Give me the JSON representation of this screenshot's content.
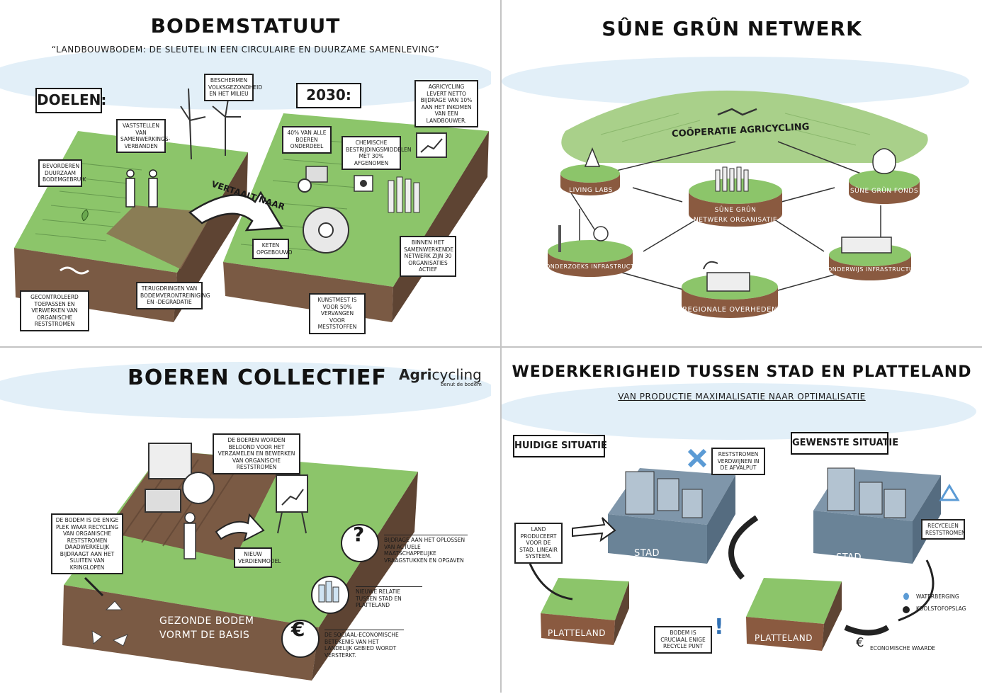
{
  "panel1": {
    "title": "BODEMSTATUUT",
    "subtitle": "“LANDBOUWBODEM: DE SLEUTEL IN EEN CIRCULAIRE EN DUURZAME SAMENLEVING”",
    "doelen": "DOELEN:",
    "y2030": "2030:",
    "arrow": "VERTAALT NAAR",
    "boxes": {
      "beschermen": "BESCHERMEN VOLKSGEZONDHEID EN HET MILIEU",
      "vaststellen": "VASTSTELLEN VAN SAMENWERKINGS-VERBANDEN",
      "bevorderen": "BEVORDEREN DUURZAAM BODEMGEBRUIK",
      "gecontroleerd": "GECONTROLEERD TOEPASSEN EN VERWERKEN VAN ORGANISCHE RESTSTROMEN",
      "terugdringen": "TERUGDRINGEN VAN BODEMVERONTREINIGING EN -DEGRADATIE",
      "boeren40": "40% VAN ALLE BOEREN ONDERDEEL",
      "chemische": "CHEMISCHE BESTRIJDINGSMIDDELEN MET 30% AFGENOMEN",
      "agricycling": "AGRICYCLING LEVERT NETTO BIJDRAGE VAN 10% AAN HET INKOMEN VAN EEN LANDBOUWER.",
      "keten": "KETEN OPGEBOUWD",
      "binnen": "BINNEN HET SAMENWERKENDE NETWERK ZIJN 30 ORGANISATIES ACTIEF",
      "kunstmest": "KUNSTMEST IS VOOR 50% VERVANGEN VOOR MESTSTOFFEN"
    }
  },
  "panel2": {
    "title": "SÛNE GRÛN NETWERK",
    "cooperatie": "COÖPERATIE AGRICYCLING",
    "nodes": {
      "living": "LIVING LABS",
      "fonds": "SÛNE GRÛN FONDS",
      "center_a": "SÛNE GRÛN",
      "center_b": "NETWERK ORGANISATIE",
      "onderzoek": "ONDERZOEKS INFRASTRUCTUUR",
      "onderwijs": "ONDERWIJS INFRASTRUCTUUR",
      "regionale": "REGIONALE OVERHEDEN"
    }
  },
  "panel3": {
    "title": "BOEREN COLLECTIEF",
    "logo_a": "Agri",
    "logo_b": "cycling",
    "logo_tag": "benut de bodem",
    "boxes": {
      "beloond": "DE BOEREN WORDEN BELOOND VOOR HET VERZAMELEN EN BEWERKEN VAN ORGANISCHE RESTSTROMEN",
      "enige": "DE BODEM IS DE ENIGE PLEK WAAR RECYCLING VAN ORGANISCHE RESTSTROMEN DAADWERKELIJK BIJDRAAGT AAN HET SLUITEN VAN KRINGLOPEN",
      "verdienmodel": "NIEUW VERDIENMODEL",
      "bijdrage": "BIJDRAGE AAN HET OPLOSSEN VAN ACTUELE MAATSCHAPPELIJKE VRAAGSTUKKEN EN OPGAVEN",
      "relatie": "NIEUWE RELATIE TUSSEN STAD EN PLATTELAND",
      "sociaal": "DE SOCIAAL-ECONOMISCHE BETEKENIS VAN HET LANDELIJK GEBIED WORDT VERSTERKT."
    },
    "soil_a": "GEZONDE BODEM",
    "soil_b": "VORMT DE BASIS"
  },
  "panel4": {
    "title": "WEDERKERIGHEID TUSSEN STAD EN PLATTELAND",
    "subtitle": "VAN PRODUCTIE MAXIMALISATIE NAAR OPTIMALISATIE",
    "huidige": "HUIDIGE SITUATIE",
    "gewenste": "GEWENSTE SITUATIE",
    "reststromen": "RESTSTROMEN VERDWIJNEN IN DE AFVALPUT",
    "land": "LAND PRODUCEERT VOOR DE STAD. LINEAIR SYSTEEM.",
    "recyclen": "RECYCELEN RESTSTROMEN",
    "stad1": "STAD",
    "stad2": "STAD",
    "platteland1": "PLATTELAND",
    "platteland2": "PLATTELAND",
    "crucial": "BODEM IS CRUCIAAL ENIGE RECYCLE PUNT",
    "waterberging": "WATERBERGING",
    "koolstof": "KOOLSTOFOPSLAG",
    "economische": "ECONOMISCHE WAARDE"
  }
}
